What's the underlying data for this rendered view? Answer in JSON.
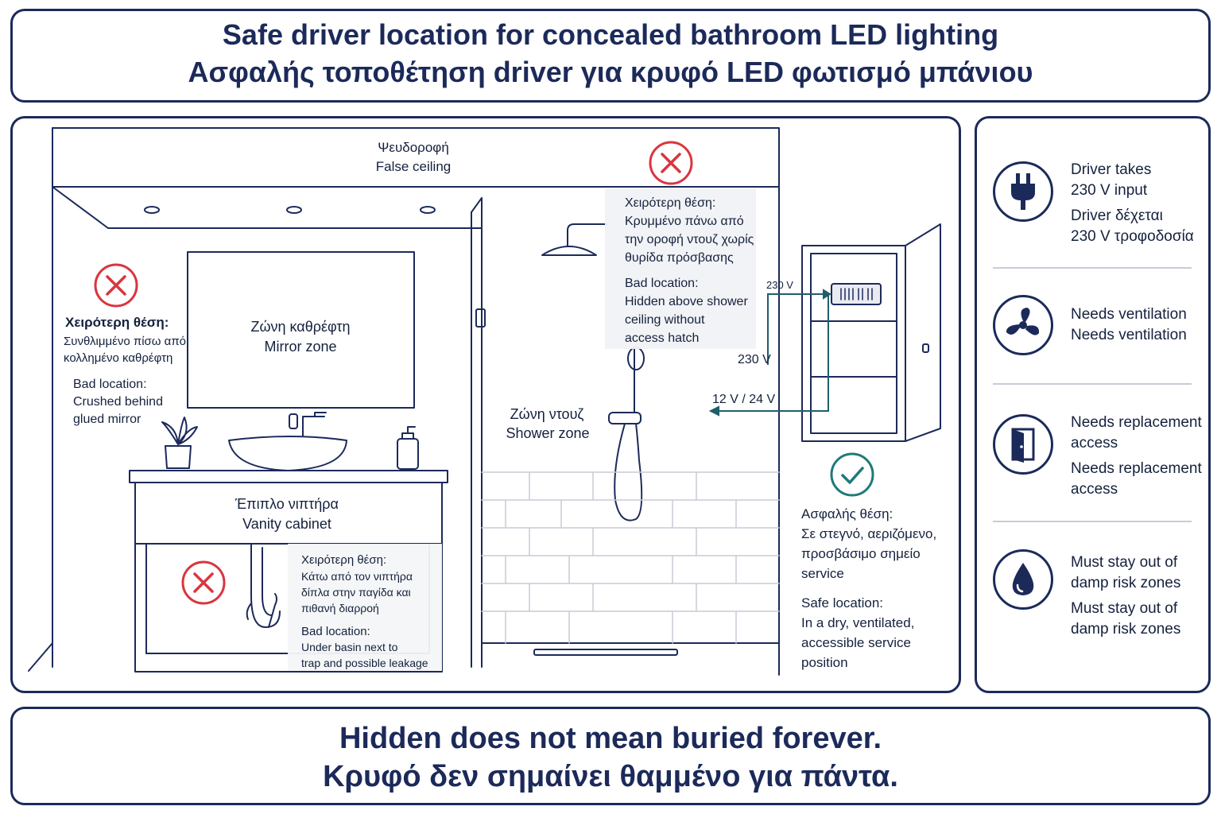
{
  "title": {
    "en": "Safe driver location for concealed bathroom LED lighting",
    "el": "Ασφαλής τοποθέτηση driver για κρυφό LED φωτισμό μπάνιου"
  },
  "diagram": {
    "false_ceiling": {
      "el": "Ψευδοροφή",
      "en": "False ceiling"
    },
    "mirror_zone": {
      "el": "Ζώνη καθρέφτη",
      "en": "Mirror zone"
    },
    "shower_zone": {
      "el": "Ζώνη ντουζ",
      "en": "Shower zone"
    },
    "vanity_cabinet": {
      "el": "Έπιπλο νιπτήρα",
      "en": "Vanity cabinet"
    },
    "bad_mirror": {
      "el_title": "Χειρότερη θέση:",
      "el_lines": [
        "Συνθλιμμένο πίσω από",
        "κολλημένο καθρέφτη"
      ],
      "en_title": "Bad location:",
      "en_lines": [
        "Crushed behind",
        "glued mirror"
      ]
    },
    "bad_shower": {
      "el_title": "Χειρότερη θέση:",
      "el_lines": [
        "Κρυμμένο πάνω από",
        "την οροφή ντουζ χωρίς",
        "θυρίδα πρόσβασης"
      ],
      "en_title": "Bad location:",
      "en_lines": [
        "Hidden above shower",
        "ceiling without",
        "access hatch"
      ]
    },
    "bad_basin": {
      "el_title": "Χειρότερη θέση:",
      "el_lines": [
        "Κάτω από τον νιπτήρα",
        "δίπλα στην παγίδα και",
        "πιθανή διαρροή"
      ],
      "en_title": "Bad location:",
      "en_lines": [
        "Under basin next to",
        "trap and possible leakage"
      ]
    },
    "safe": {
      "el_title": "Ασφαλής θέση:",
      "el_lines": [
        "Σε στεγνό, αεριζόμενο,",
        "προσβάσιμο σημείο",
        "service"
      ],
      "en_title": "Safe location:",
      "en_lines": [
        "In a dry, ventilated,",
        "accessible service",
        "position"
      ]
    },
    "wiring": {
      "v230_top": "230 V",
      "v230": "230 V",
      "vlow": "12 V / 24 V"
    }
  },
  "side": [
    {
      "icon": "plug-icon",
      "lines": [
        "Driver takes",
        "230 V input",
        "Driver δέχεται",
        "230 V τροφοδοσία"
      ]
    },
    {
      "icon": "fan-icon",
      "lines": [
        "Needs ventilation",
        "Needs ventilation"
      ]
    },
    {
      "icon": "door-icon",
      "lines": [
        "Needs replacement",
        "access",
        "Needs replacement",
        "access"
      ]
    },
    {
      "icon": "water-drop-icon",
      "lines": [
        "Must stay out of",
        "damp risk zones",
        "Must stay out of",
        "damp risk zones"
      ]
    }
  ],
  "footer": {
    "en": "Hidden does not mean buried forever.",
    "el": "Κρυφό δεν σημαίνει θαμμένο για πάντα."
  },
  "colors": {
    "navy": "#1c2a5a",
    "bad_red": "#d9363e",
    "safe_teal": "#1f7a78"
  }
}
